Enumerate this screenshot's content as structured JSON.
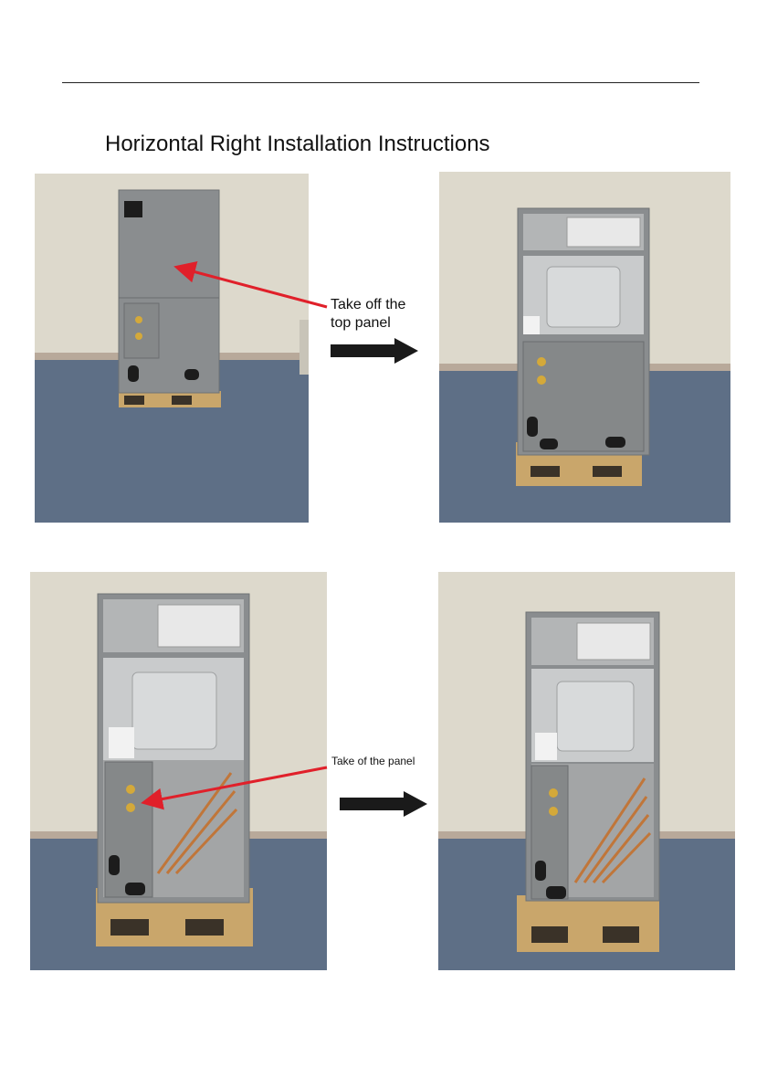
{
  "page": {
    "title": "Horizontal Right Installation Instructions"
  },
  "steps": [
    {
      "label_line1": "Take off  the",
      "label_line2": "top panel"
    },
    {
      "label": "Take of the panel"
    }
  ],
  "colors": {
    "annotation_arrow": "#e0202a",
    "direction_arrow": "#1a1a1a",
    "wall": "#ddd9cc",
    "floor": "#5e6f86",
    "cabinet": "#8a8d8f"
  }
}
